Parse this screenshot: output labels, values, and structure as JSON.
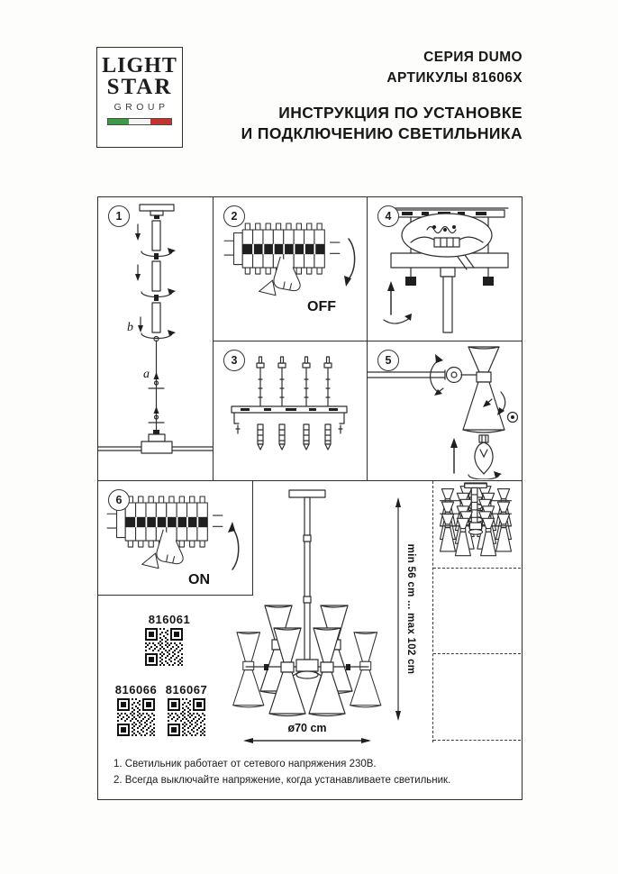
{
  "header": {
    "logo": {
      "word1": "LIGHT",
      "word2": "STAR",
      "word3": "GROUP"
    },
    "series": "СЕРИЯ DUMO",
    "articles": "АРТИКУЛЫ 81606X",
    "instruction_line1": "ИНСТРУКЦИЯ ПО УСТАНОВКЕ",
    "instruction_line2": "И ПОДКЛЮЧЕНИЮ СВЕТИЛЬНИКА"
  },
  "steps": {
    "step1": {
      "number": "1",
      "label_a": "a",
      "label_b": "b"
    },
    "step2": {
      "number": "2",
      "switch_label": "OFF"
    },
    "step3": {
      "number": "3"
    },
    "step4": {
      "number": "4"
    },
    "step5": {
      "number": "5"
    },
    "step6": {
      "number": "6",
      "switch_label": "ON"
    }
  },
  "qr": {
    "code1": "816061",
    "code2": "816066",
    "code3": "816067"
  },
  "dimensions": {
    "height_range": "min 56 cm ... max 102 cm",
    "diameter": "ø70 cm"
  },
  "notes": {
    "line1": "1. Светильник работает от сетевого напряжения 230В.",
    "line2": "2. Всегда выключайте напряжение, когда устанавливаете светильник."
  },
  "colors": {
    "line": "#2e2e2e",
    "flag_green": "#3d9a44",
    "flag_red": "#c8322e"
  }
}
